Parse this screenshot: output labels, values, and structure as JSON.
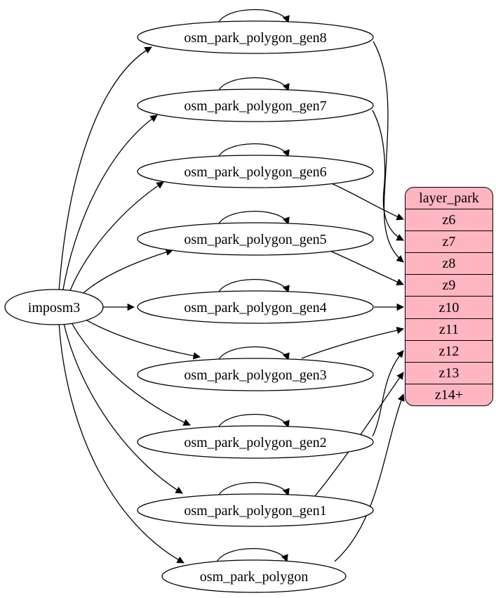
{
  "diagram": {
    "background_color": "#ffffff",
    "edge_color": "#000000",
    "node_fill": "#ffffff",
    "source_node": {
      "label": "imposm3"
    },
    "generalized_tables": [
      {
        "label": "osm_park_polygon_gen8",
        "maps_to": "z8"
      },
      {
        "label": "osm_park_polygon_gen7",
        "maps_to": "z7"
      },
      {
        "label": "osm_park_polygon_gen6",
        "maps_to": "z6"
      },
      {
        "label": "osm_park_polygon_gen5",
        "maps_to": "z9"
      },
      {
        "label": "osm_park_polygon_gen4",
        "maps_to": "z10"
      },
      {
        "label": "osm_park_polygon_gen3",
        "maps_to": "z11"
      },
      {
        "label": "osm_park_polygon_gen2",
        "maps_to": "z12"
      },
      {
        "label": "osm_park_polygon_gen1",
        "maps_to": "z13"
      },
      {
        "label": "osm_park_polygon",
        "maps_to": "z14+"
      }
    ],
    "layer_table": {
      "title": "layer_park",
      "fill_color": "#ffb6c1",
      "rows": [
        "z6",
        "z7",
        "z8",
        "z9",
        "z10",
        "z11",
        "z12",
        "z13",
        "z14+"
      ]
    },
    "edges": {
      "from_source": "imposm3 feeds every osm_park_polygon table",
      "self_loops": "each osm_park_polygon table updates itself",
      "to_layer": "each table feeds one zoom row of layer_park"
    }
  }
}
